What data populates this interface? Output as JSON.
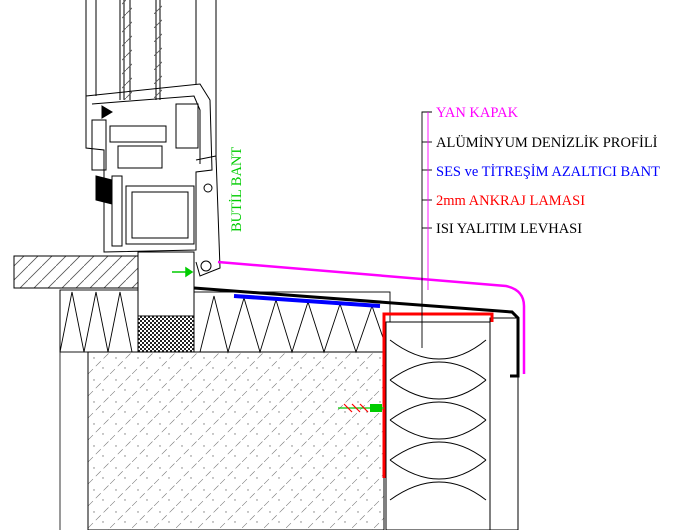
{
  "labels": {
    "yan_kapak": "YAN KAPAK",
    "aluminyum": "ALÜMİNYUM DENİZLİK PROFİLİ",
    "ses_prefix": "SES ve ",
    "ses_rest": "TİTREŞİM AZALTICI BANT",
    "ankraj_prefix": "2mm ",
    "ankraj_rest": "ANKRAJ LAMASI",
    "isi": "ISI YALITIM LEVHASI",
    "butil": "BUTİL BANT"
  },
  "colors": {
    "magenta": "#ff00ff",
    "black": "#000000",
    "blue": "#0000ff",
    "red": "#ff0000",
    "green": "#00cc00",
    "hatch": "#333333"
  }
}
